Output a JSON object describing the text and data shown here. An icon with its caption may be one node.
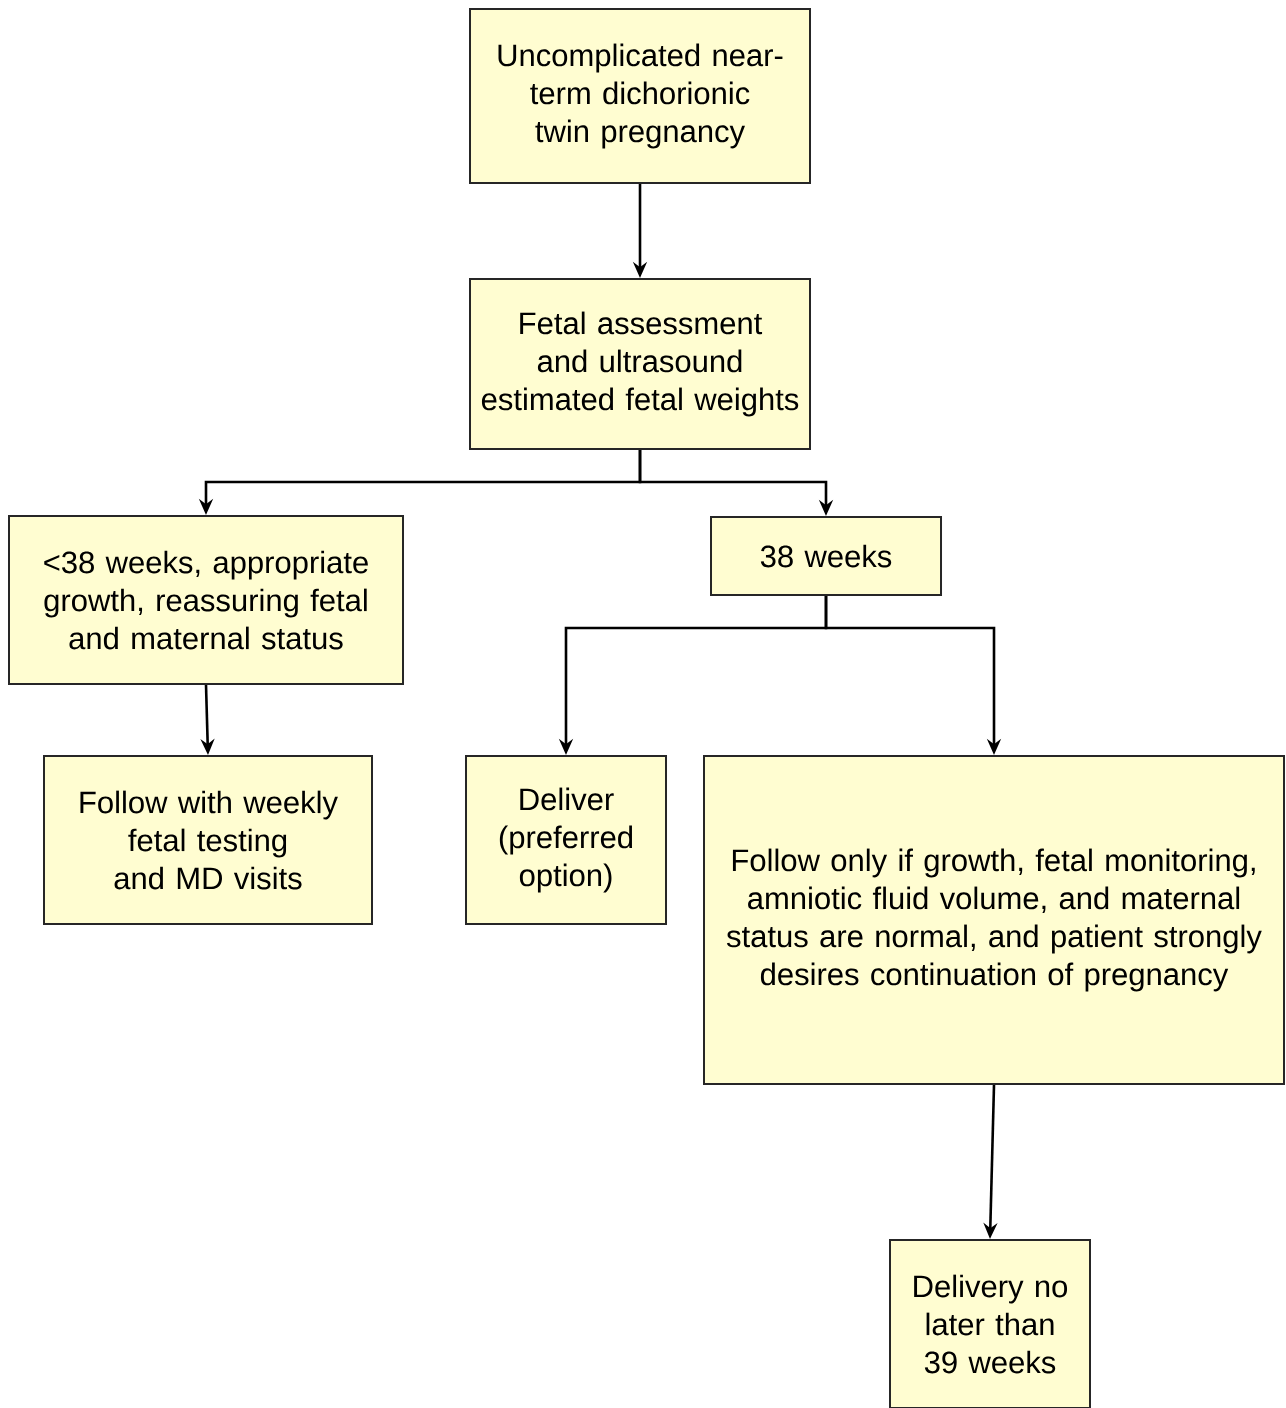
{
  "diagram": {
    "nodes": [
      {
        "text": [
          "Uncomplicated near-term dichorionic twin pregnancy"
        ]
      },
      {
        "text": [
          "Fetal assessment and ultrasound estimated fetal weights"
        ]
      },
      {
        "text": [
          "<38 weeks, appropriate growth, reassuring fetal and maternal status"
        ]
      },
      {
        "text": [
          "38 weeks"
        ]
      },
      {
        "text": [
          "Follow with weekly fetal testing and MD visits"
        ]
      },
      {
        "text": [
          "Deliver (preferred option)"
        ]
      },
      {
        "text": [
          "Follow only if growth, fetal monitoring, amniotic fluid volume, and maternal status are normal, and patient strongly desires continuation of pregnancy"
        ]
      },
      {
        "text": [
          "Delivery no later than 39 weeks"
        ]
      }
    ],
    "edges": [
      {
        "from": 0,
        "to": 1,
        "arrow": "to"
      },
      {
        "from": 1,
        "to": 2,
        "arrow": "to"
      },
      {
        "from": 1,
        "to": 3,
        "arrow": "to"
      },
      {
        "from": 2,
        "to": 4,
        "arrow": "to"
      },
      {
        "from": 3,
        "to": 5,
        "arrow": "to"
      },
      {
        "from": 3,
        "to": 6,
        "arrow": "to"
      },
      {
        "from": 6,
        "to": 7,
        "arrow": "to"
      }
    ]
  }
}
